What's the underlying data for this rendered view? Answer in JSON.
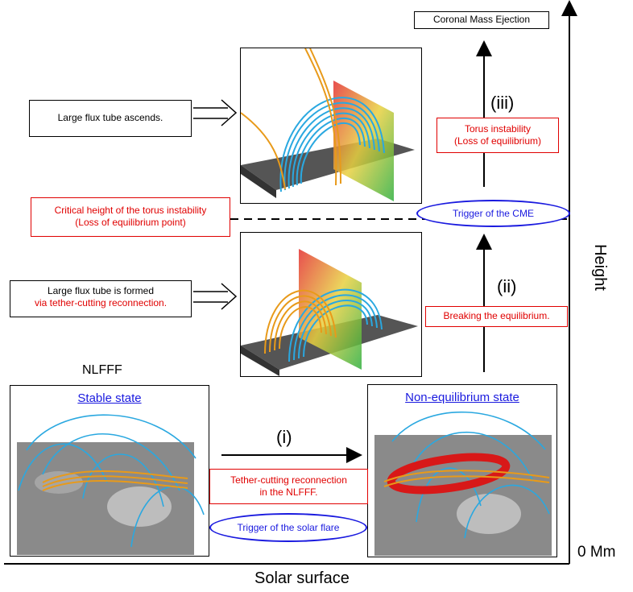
{
  "labels": {
    "cme": "Coronal Mass Ejection",
    "height_axis": "Height",
    "zero": "0 Mm",
    "solar_surface": "Solar surface",
    "nlfff": "NLFFF",
    "stable": "Stable state",
    "non_eq": "Non-equilibrium state",
    "step_i": "(i)",
    "step_ii": "(ii)",
    "step_iii": "(iii)",
    "ascends": "Large flux tube ascends.",
    "formed_line1": "Large flux tube is formed",
    "formed_line2": "via tether-cutting reconnection.",
    "critical_line1": "Critical height of the torus instability",
    "critical_line2": "(Loss of equilibrium point)",
    "torus_line1": "Torus instability",
    "torus_line2": "(Loss of equilibrium)",
    "breaking": "Breaking the equilibrium.",
    "tether_line1": "Tether-cutting reconnection",
    "tether_line2": "in the NLFFF.",
    "trigger_cme": "Trigger of the CME",
    "trigger_flare": "Trigger of the solar flare"
  },
  "colors": {
    "red": "#e00000",
    "blue": "#1a1adf",
    "field_blue": "#2aa8e0",
    "field_orange": "#e89a1a"
  }
}
